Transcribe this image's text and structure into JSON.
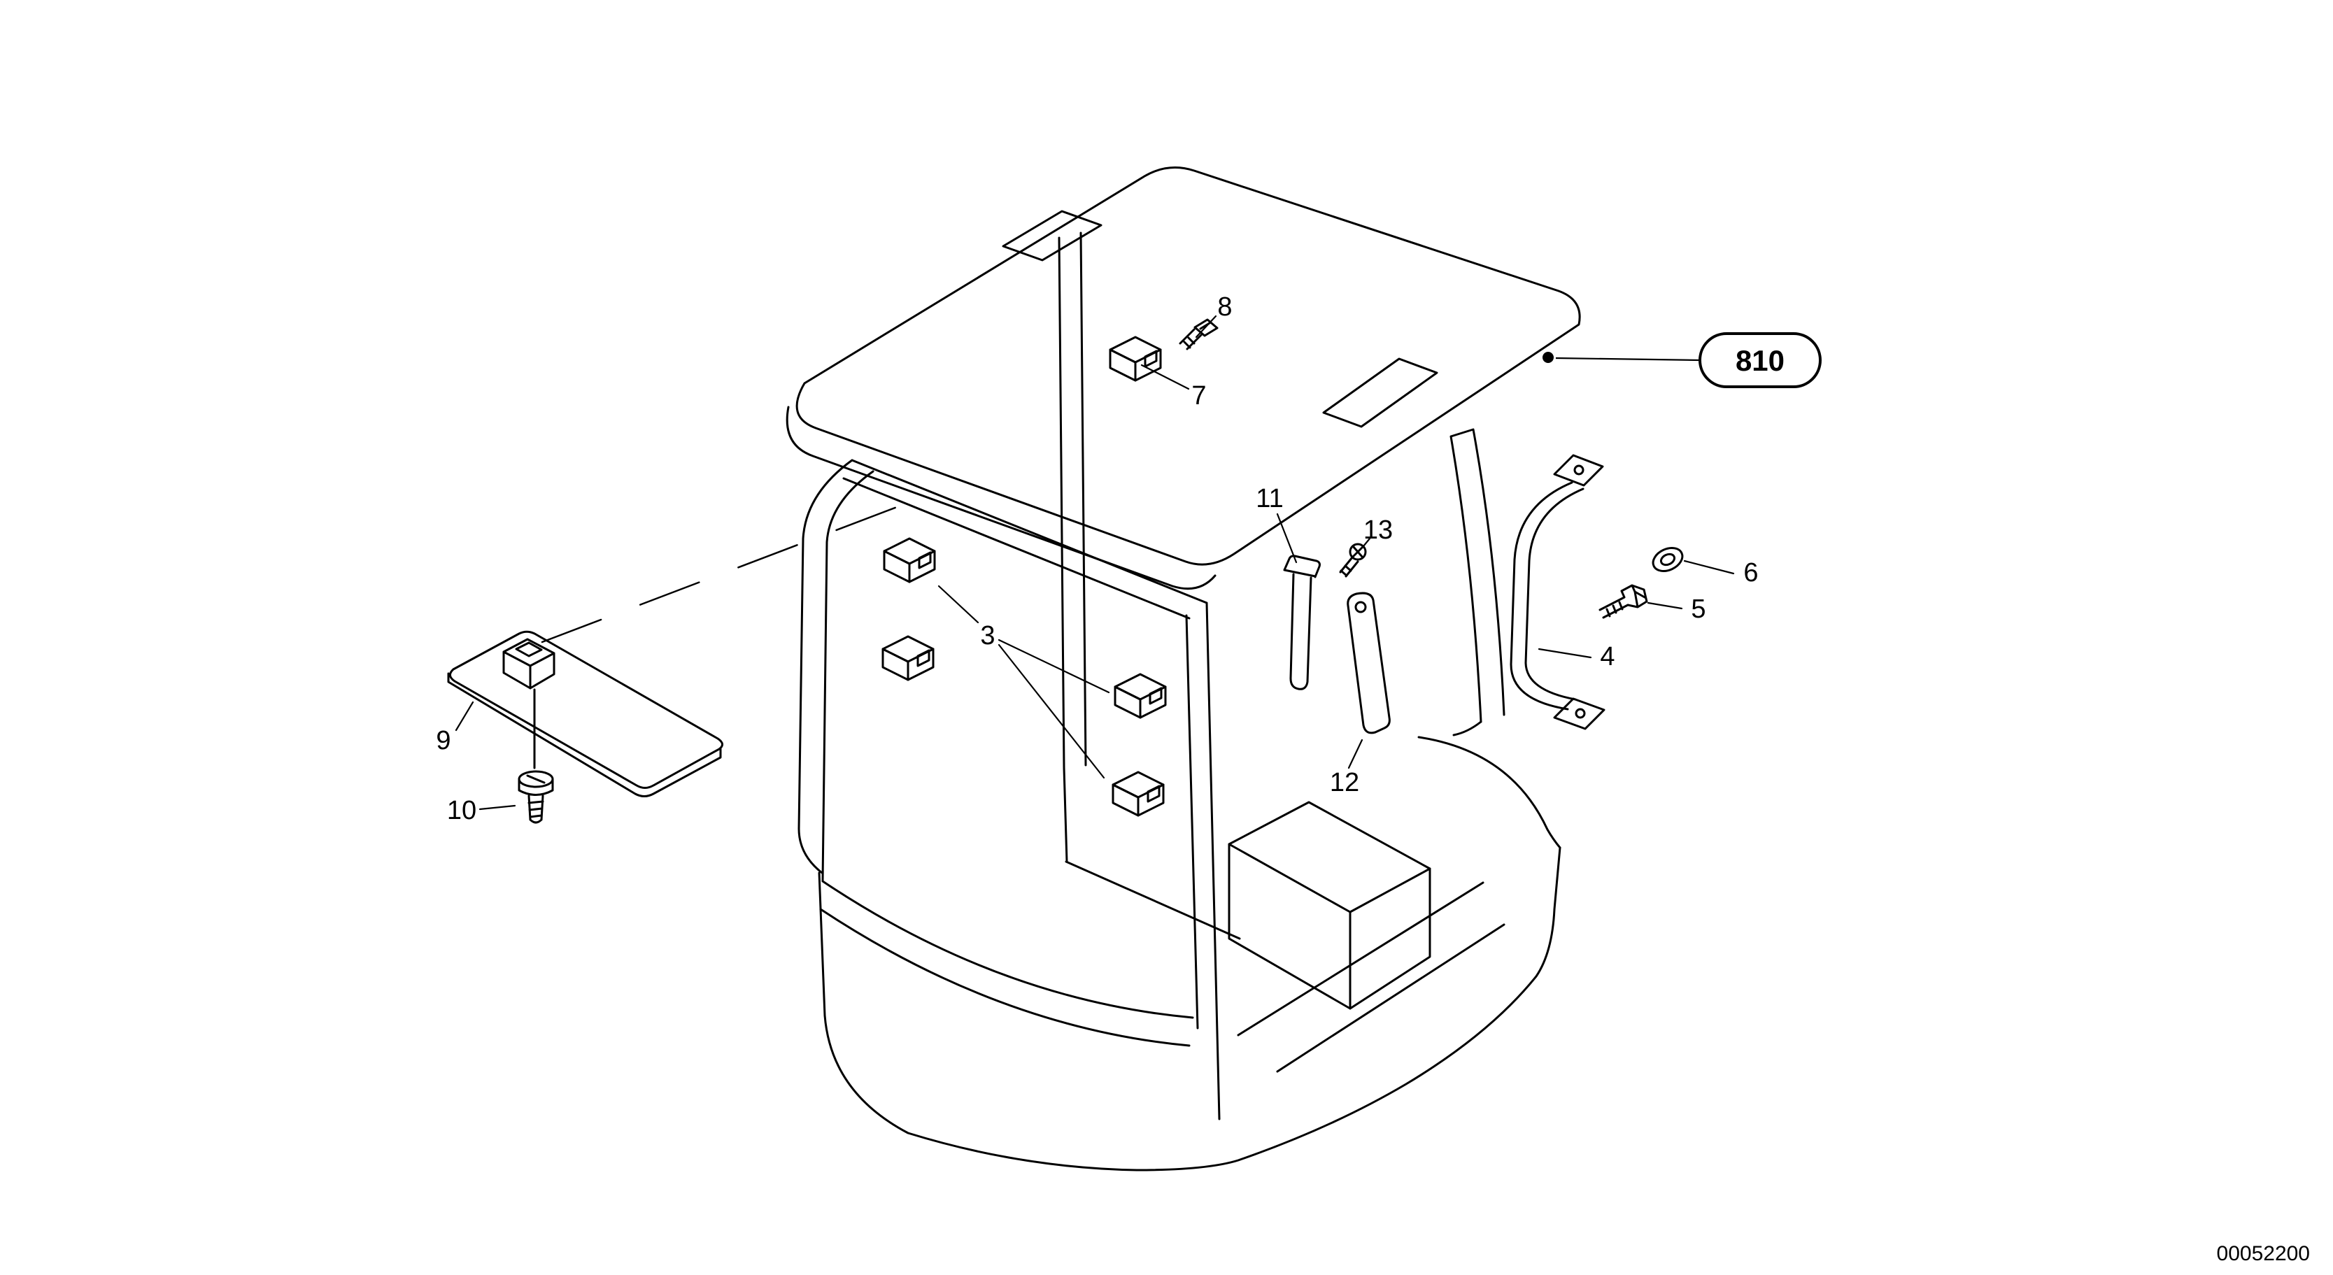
{
  "diagram": {
    "background_color": "#ffffff",
    "line_color": "#000000",
    "reference_balloon": {
      "label": "810"
    },
    "drawing_number": "00052200",
    "callouts": [
      {
        "number": "3"
      },
      {
        "number": "4"
      },
      {
        "number": "5"
      },
      {
        "number": "6"
      },
      {
        "number": "7"
      },
      {
        "number": "8"
      },
      {
        "number": "9"
      },
      {
        "number": "10"
      },
      {
        "number": "11"
      },
      {
        "number": "12"
      },
      {
        "number": "13"
      }
    ]
  }
}
